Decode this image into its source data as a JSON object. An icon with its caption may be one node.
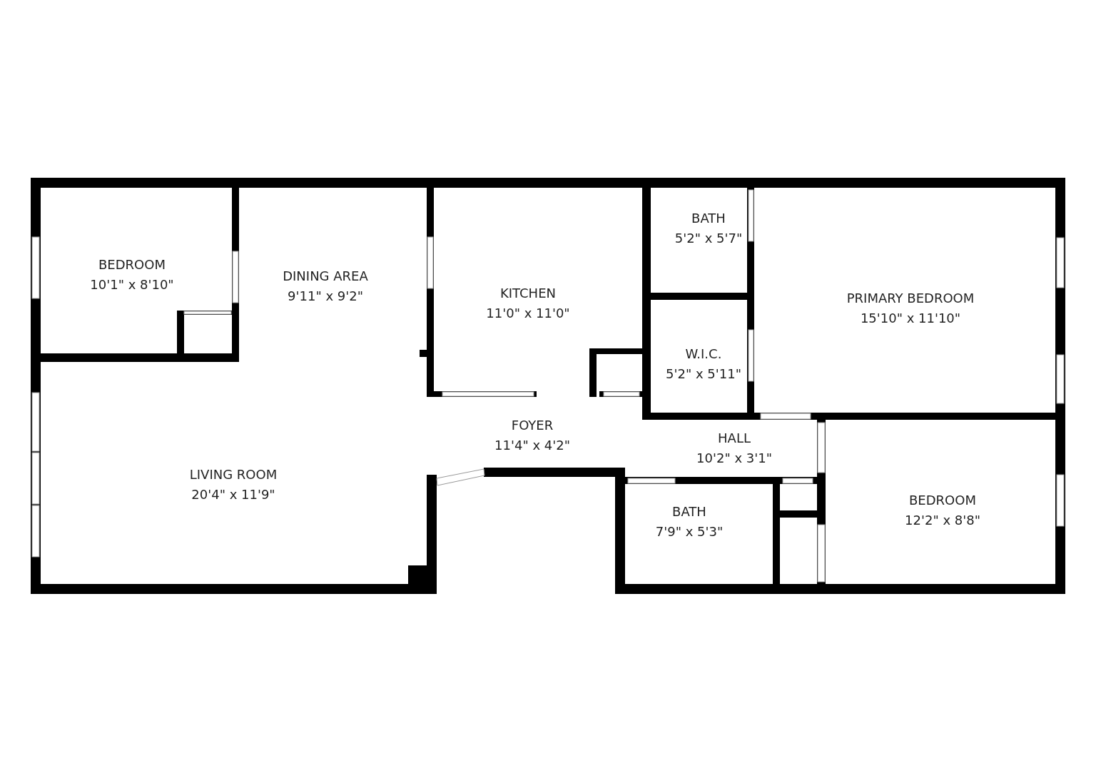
{
  "diagram": {
    "nodes": [
      {
        "text": [
          "BEDROOM",
          "10'1\" x 8'10\""
        ]
      },
      {
        "text": [
          "DINING AREA",
          "9'11\" x 9'2\""
        ]
      },
      {
        "text": [
          "KITCHEN",
          "11'0\" x 11'0\""
        ]
      },
      {
        "text": [
          "BATH",
          "5'2\" x 5'7\""
        ]
      },
      {
        "text": [
          "PRIMARY BEDROOM",
          "15'10\" x 11'10\""
        ]
      },
      {
        "text": [
          "W.I.C.",
          "5'2\" x 5'11\""
        ]
      },
      {
        "text": [
          "FOYER",
          "11'4\" x 4'2\""
        ]
      },
      {
        "text": [
          "HALL",
          "10'2\" x 3'1\""
        ]
      },
      {
        "text": [
          "LIVING ROOM",
          "20'4\" x 11'9\""
        ]
      },
      {
        "text": [
          "BATH",
          "7'9\" x 5'3\""
        ]
      },
      {
        "text": [
          "BEDROOM",
          "12'2\" x 8'8\""
        ]
      }
    ]
  }
}
